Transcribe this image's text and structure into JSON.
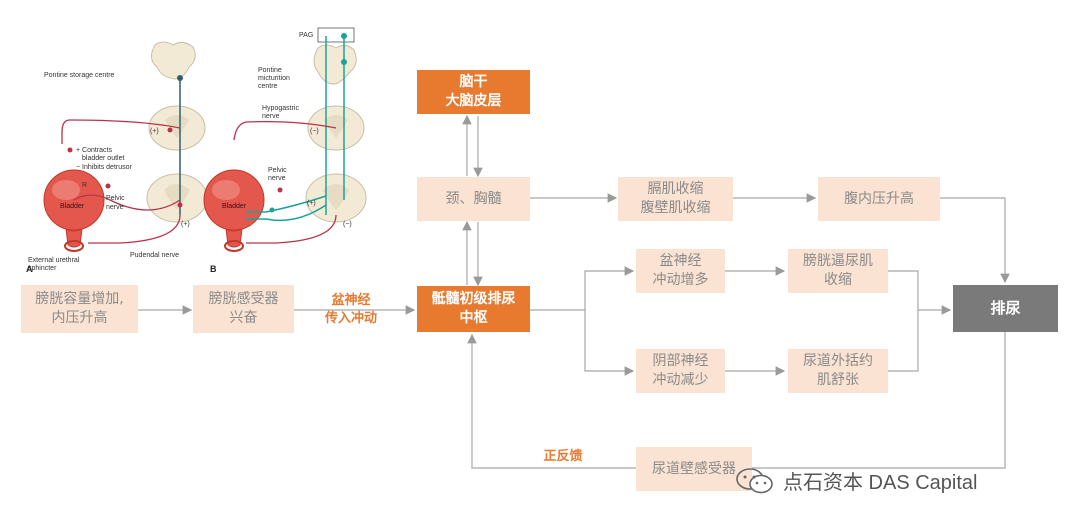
{
  "anatomy": {
    "panel_a": "A",
    "panel_b": "B",
    "pontine_storage": "Pontine storage centre",
    "contracts": "+ Contracts",
    "bladder_outlet": "bladder outlet",
    "inhibits": "− Inhibits detrusor",
    "bladder_a": "Bladder",
    "pelvic_a1": "Pelvic",
    "pelvic_a2": "nerve",
    "external_1": "External urethral",
    "external_2": "sphincter",
    "pudendal": "Pudendal nerve",
    "plus1": "(+)",
    "plus2": "(+)",
    "r_mark": "R",
    "pag": "PAG",
    "pontine_mict_1": "Pontine",
    "pontine_mict_2": "micturition",
    "pontine_mict_3": "centre",
    "hypogastric_1": "Hypogastric",
    "hypogastric_2": "nerve",
    "pelvic_b1": "Pelvic",
    "pelvic_b2": "nerve",
    "bladder_b": "Bladder",
    "minus1": "(−)",
    "plus3": "(+)",
    "minus2": "(−)"
  },
  "flow": {
    "brainstem": "脑干\n大脑皮层",
    "cervical": "颈、胸髓",
    "muscle": "膈肌收缩\n腹壁肌收缩",
    "abdominal": "腹内压升高",
    "bladder_volume": "膀胱容量增加,\n内压升高",
    "receptor": "膀胱感受器\n兴奋",
    "afferent_label": "盆神经\n传入冲动",
    "sacral": "骶髓初级排尿\n中枢",
    "pelvic_up": "盆神经\n冲动增多",
    "detrusor": "膀胱逼尿肌\n收缩",
    "pudendal_down": "阴部神经\n冲动减少",
    "sphincter": "尿道外括约\n肌舒张",
    "urination": "排尿",
    "feedback_label": "正反馈",
    "urethra_receptor": "尿道壁感受器"
  },
  "watermark": "点石资本 DAS Capital"
}
